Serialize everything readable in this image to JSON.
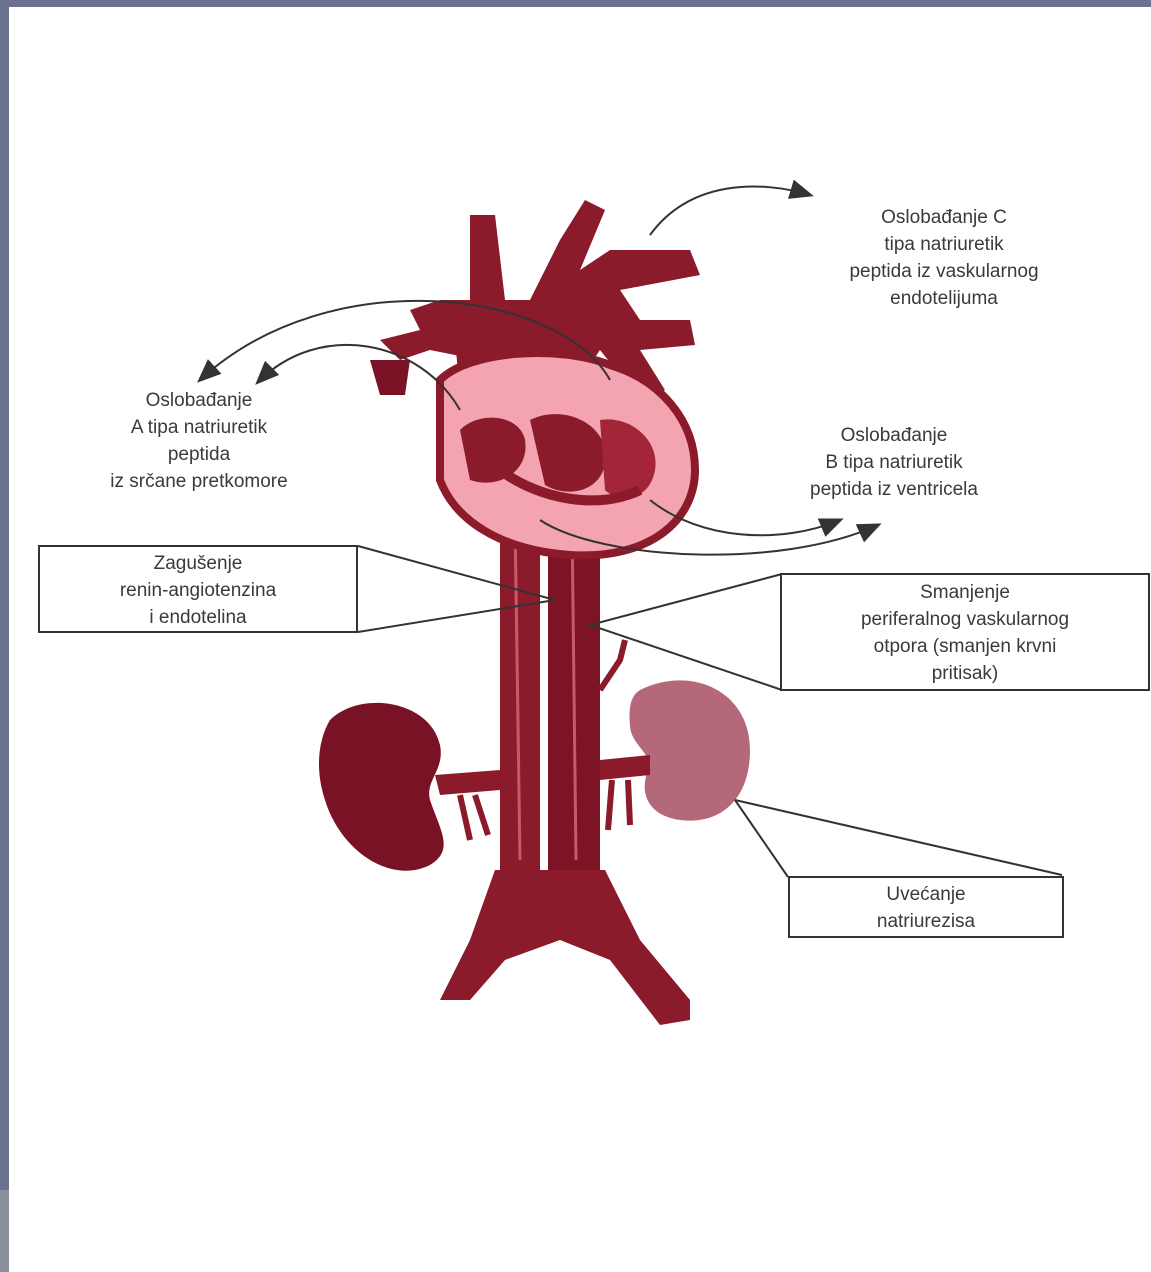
{
  "diagram": {
    "colors": {
      "vessel": "#8b1a2b",
      "vessel_dark": "#6e0f20",
      "heart_fill": "#f4a3b0",
      "kidney_left": "#7a1226",
      "kidney_right": "#b5687a",
      "text": "#3a3a3a",
      "line": "#333333"
    },
    "labels": {
      "c_type": [
        "Oslobađanje C",
        "tipa natriuretik",
        "peptida iz vaskularnog",
        "endotelijuma"
      ],
      "a_type": [
        "Oslobađanje",
        "A tipa natriuretik",
        "peptida",
        "iz srčane pretkomore"
      ],
      "b_type": [
        "Oslobađanje",
        "B tipa natriuretik",
        "peptida iz ventricela"
      ],
      "renin": [
        "Zagušenje",
        "renin-angiotenzina",
        "i endotelina"
      ],
      "resistance": [
        "Smanjenje",
        "periferalnog vaskularnog",
        "otpora (smanjen krvni",
        "pritisak)"
      ],
      "natriuresis": [
        "Uvećanje",
        "natriurezisa"
      ]
    }
  }
}
